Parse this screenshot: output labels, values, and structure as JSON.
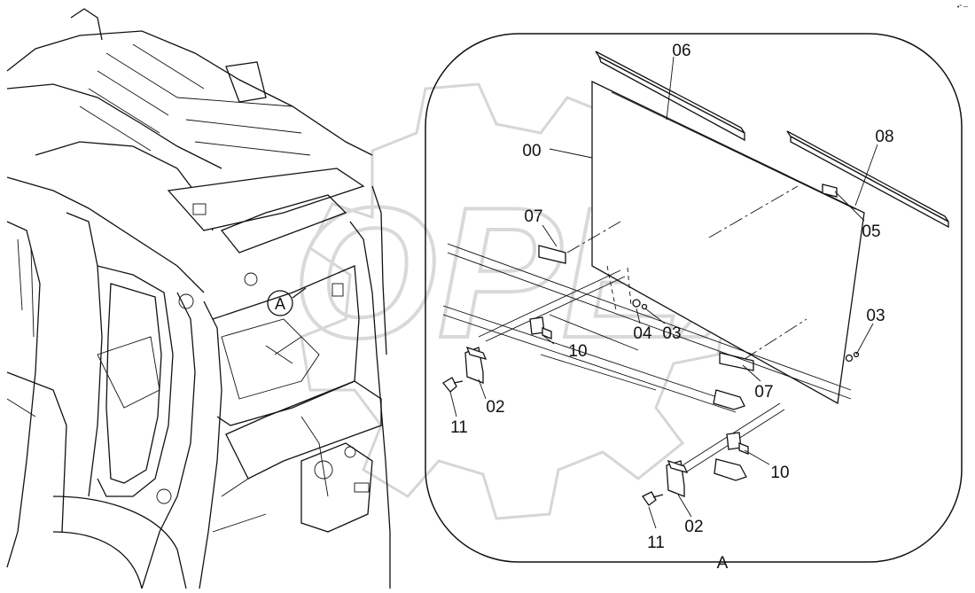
{
  "watermark": {
    "text": "OPEX",
    "color": "#d9d9d9"
  },
  "corner_mark": "•° ─",
  "view_marker": "A",
  "detail_view_label": "A",
  "callouts": {
    "c06": "06",
    "c08": "08",
    "c00": "00",
    "c07a": "07",
    "c05": "05",
    "c03a": "03",
    "c04": "04",
    "c03b": "03",
    "c10a": "10",
    "c02a": "02",
    "c11a": "11",
    "c07b": "07",
    "c10b": "10",
    "c02b": "02",
    "c11b": "11"
  }
}
